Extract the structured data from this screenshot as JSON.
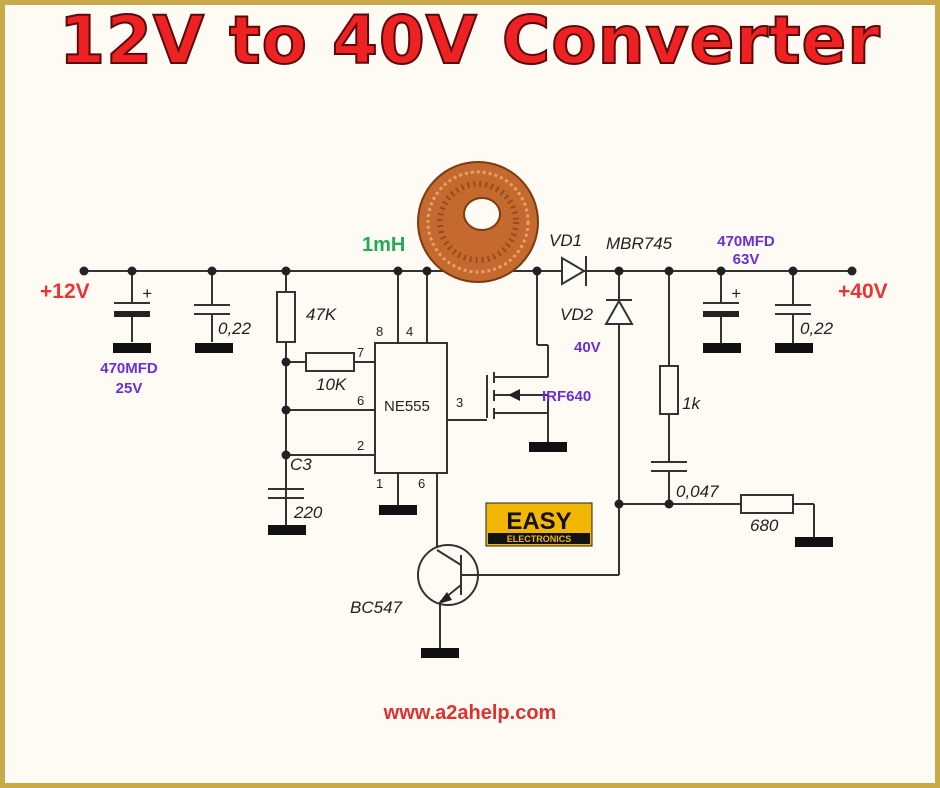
{
  "title": "12V to 40V Converter",
  "website": "www.a2ahelp.com",
  "logo": {
    "top": "EASY",
    "bottom": "ELECTRONICS"
  },
  "terminals": {
    "input": "+12V",
    "output": "+40V"
  },
  "inductor": {
    "value": "1mH"
  },
  "caps": {
    "input_elec": {
      "value": "470MFD",
      "voltage": "25V"
    },
    "input_ceramic": "0,22",
    "output_elec": {
      "value": "470MFD",
      "voltage": "63V"
    },
    "output_ceramic": "0,22",
    "c3_name": "C3",
    "c3_value": "220",
    "snubber": "0,047",
    "polarity": "+"
  },
  "resistors": {
    "r1": "47K",
    "r2": "10K",
    "r3": "1k",
    "r4": "680"
  },
  "ic": {
    "name": "NE555",
    "pins": {
      "p8": "8",
      "p4": "4",
      "p7": "7",
      "p6": "6",
      "p2": "2",
      "p3": "3",
      "p1": "1",
      "p6b": "6"
    }
  },
  "diodes": {
    "vd1": "VD1",
    "vd1_part": "MBR745",
    "vd2": "VD2",
    "vd2_rating": "40V"
  },
  "transistors": {
    "mosfet": "IRF640",
    "bjt": "BC547"
  },
  "colors": {
    "title": "#ee2222",
    "accent_red": "#ee3333",
    "purple": "#6a2fd8",
    "green": "#22aa55",
    "border": "#c9a94a"
  }
}
